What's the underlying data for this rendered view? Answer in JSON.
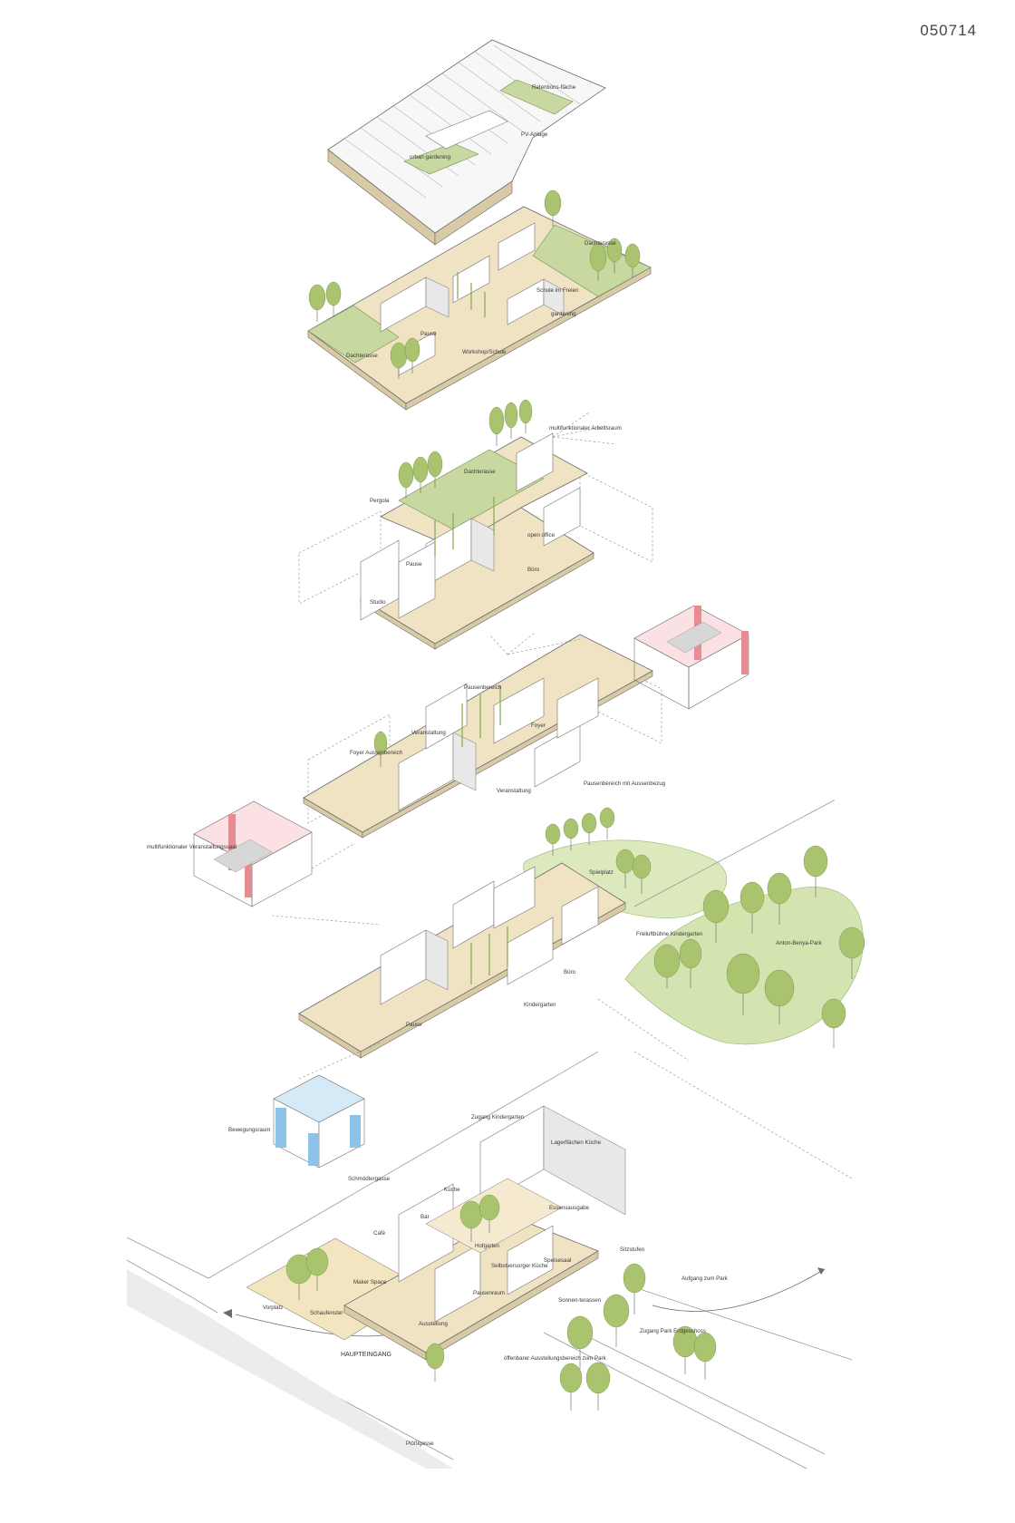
{
  "sheet": {
    "code": "050714"
  },
  "colors": {
    "slab": "#f0e3c4",
    "grass": "#c7d9a0",
    "tree": "#a9c36f",
    "event_hall": "#f2b8bd",
    "movement_room": "#8fc2e8"
  },
  "levels": {
    "roof": {
      "labels": [
        "Retentions-fläche",
        "urban gardening",
        "PV-Anlage"
      ]
    },
    "level4": {
      "labels": [
        "Dachterasse",
        "Schule im Freien",
        "gardening",
        "Pause",
        "Workshop/Schule",
        "Dachterasse"
      ]
    },
    "level3": {
      "labels": [
        "multifunktionaler Arbeitsraum",
        "Dachterasse",
        "Pergola",
        "open office",
        "Pause",
        "Büro",
        "Studio"
      ]
    },
    "level2": {
      "labels": [
        "Pausenbereich",
        "Veranstaltung",
        "Foyer Aussenbereich",
        "Foyer",
        "Veranstaltung",
        "Pausenbereich mit Aussenbezug"
      ]
    },
    "event_hall": {
      "label": "multifunktionaler Veranstaltungssaal"
    },
    "level1": {
      "labels": [
        "Spielplatz",
        "Freiluftbühne Kindergarten",
        "Anton-Benya-Park",
        "Büro",
        "Kindergarten",
        "Pause"
      ]
    },
    "movement_room": {
      "label": "Bewegungsraum"
    },
    "ground": {
      "labels": [
        "Zugang Kindergarten",
        "Lagerflächen Küche",
        "Schmödlergasse",
        "Küche",
        "Bar",
        "Essensausgabe",
        "Café",
        "Hofgarten",
        "Sitzstufen",
        "Aufgang zum Park",
        "Speisesaal",
        "Selbstversorger Küche",
        "Maker Space",
        "Pausenraum",
        "Sonnen-terassen",
        "Vorplatz",
        "Schaufenster",
        "Ausstellung",
        "HAUPTEINGANG",
        "öffenbarer Ausstellungsbereich zum Park",
        "Zugang Park Erdgeschoss",
        "Plößlgasse"
      ]
    }
  }
}
